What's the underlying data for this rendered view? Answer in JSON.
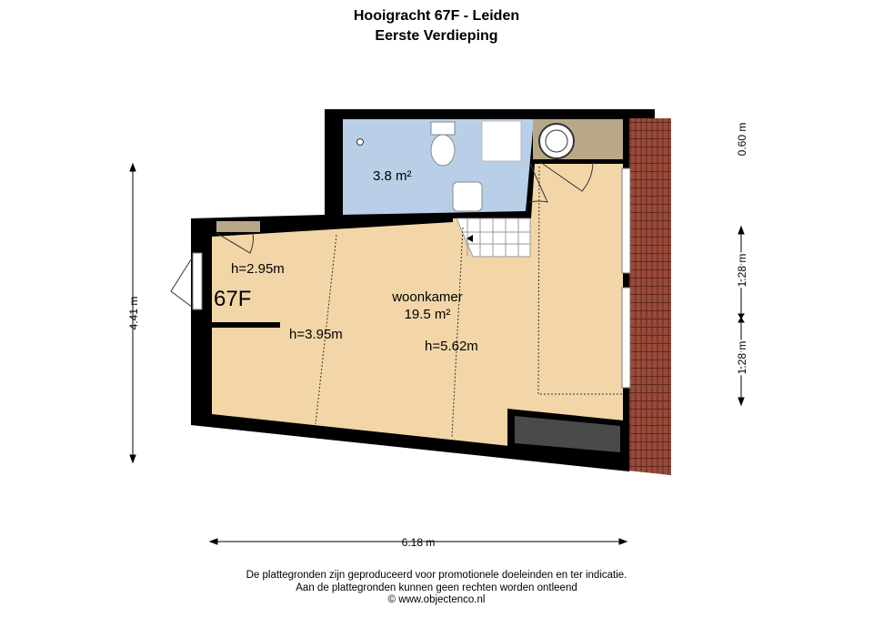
{
  "header": {
    "title": "Hooigracht 67F - Leiden",
    "subtitle": "Eerste Verdieping"
  },
  "rooms": {
    "bathroom_area": "3.8 m²",
    "living_name": "woonkamer",
    "living_area": "19.5 m²",
    "unit_label": "67F",
    "heights": [
      "h=2.95m",
      "h=3.95m",
      "h=5.62m"
    ]
  },
  "dimensions": {
    "height_total": "4.41 m",
    "width_total": "6.18 m",
    "right_top": "0.60 m",
    "right_mid": "1.28 m",
    "right_bottom": "1.28 m"
  },
  "colors": {
    "living": "#f3d6a8",
    "bathroom": "#b9cfe8",
    "utility": "#b8a888",
    "wall": "#000000",
    "roof": "#9b4a3a",
    "storage": "#4a4a4a"
  },
  "footer": {
    "line1": "De plattegronden zijn geproduceerd voor promotionele doeleinden en ter indicatie.",
    "line2": "Aan de plattegronden kunnen geen rechten worden ontleend",
    "line3": "© www.objectenco.nl"
  }
}
